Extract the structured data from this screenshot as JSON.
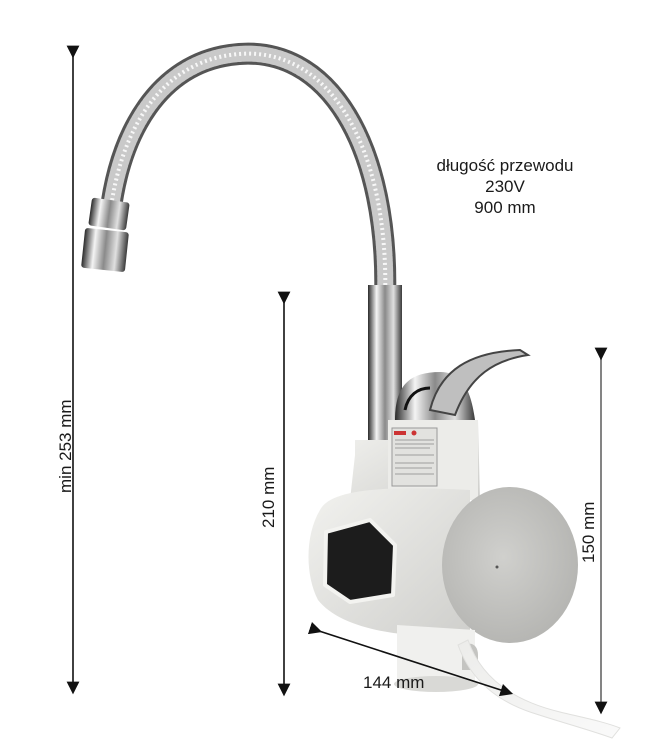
{
  "spec_note": {
    "line1": "długość przewodu",
    "line2": "230V",
    "line3": "900 mm"
  },
  "dimensions": {
    "total_height": "min 253 mm",
    "body_height": "210 mm",
    "heater_height": "150 mm",
    "depth": "144 mm"
  },
  "colors": {
    "arrow": "#111111",
    "body_white": "#e9e9e6",
    "display_black": "#1c1c1c",
    "chrome_dark": "#3a3a3a",
    "chrome_light": "#d8d8d8"
  }
}
